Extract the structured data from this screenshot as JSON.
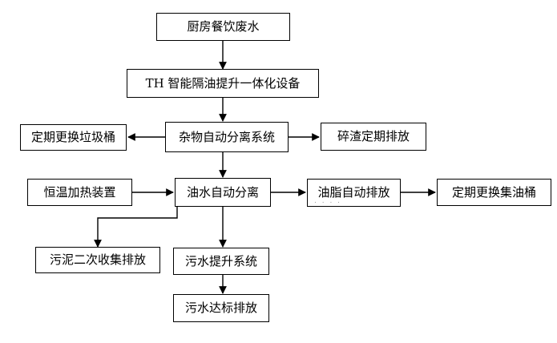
{
  "diagram": {
    "type": "flowchart",
    "orientation": "top-down",
    "line_color": "#000000",
    "box_fill": "#ffffff",
    "text_color": "#000000",
    "nodes": [
      {
        "id": "n1",
        "label": "厨房餐饮废水"
      },
      {
        "id": "n2",
        "label": "TH 智能隔油提升一体化设备"
      },
      {
        "id": "n3",
        "label": "杂物自动分离系统"
      },
      {
        "id": "n4",
        "label": "定期更换垃圾桶"
      },
      {
        "id": "n5",
        "label": "碎渣定期排放"
      },
      {
        "id": "n6",
        "label": "油水自动分离"
      },
      {
        "id": "n7",
        "label": "恒温加热装置"
      },
      {
        "id": "n8",
        "label": "油脂自动排放"
      },
      {
        "id": "n9",
        "label": "定期更换集油桶"
      },
      {
        "id": "n10",
        "label": "污泥二次收集排放"
      },
      {
        "id": "n11",
        "label": "污水提升系统"
      },
      {
        "id": "n12",
        "label": "污水达标排放"
      }
    ],
    "edges": [
      {
        "from": "n1",
        "to": "n2"
      },
      {
        "from": "n2",
        "to": "n3"
      },
      {
        "from": "n3",
        "to": "n4"
      },
      {
        "from": "n3",
        "to": "n5"
      },
      {
        "from": "n3",
        "to": "n6"
      },
      {
        "from": "n7",
        "to": "n6"
      },
      {
        "from": "n6",
        "to": "n8"
      },
      {
        "from": "n8",
        "to": "n9"
      },
      {
        "from": "n6",
        "to": "n10"
      },
      {
        "from": "n6",
        "to": "n11"
      },
      {
        "from": "n11",
        "to": "n12"
      }
    ],
    "artifact_marks": ". . . ."
  }
}
